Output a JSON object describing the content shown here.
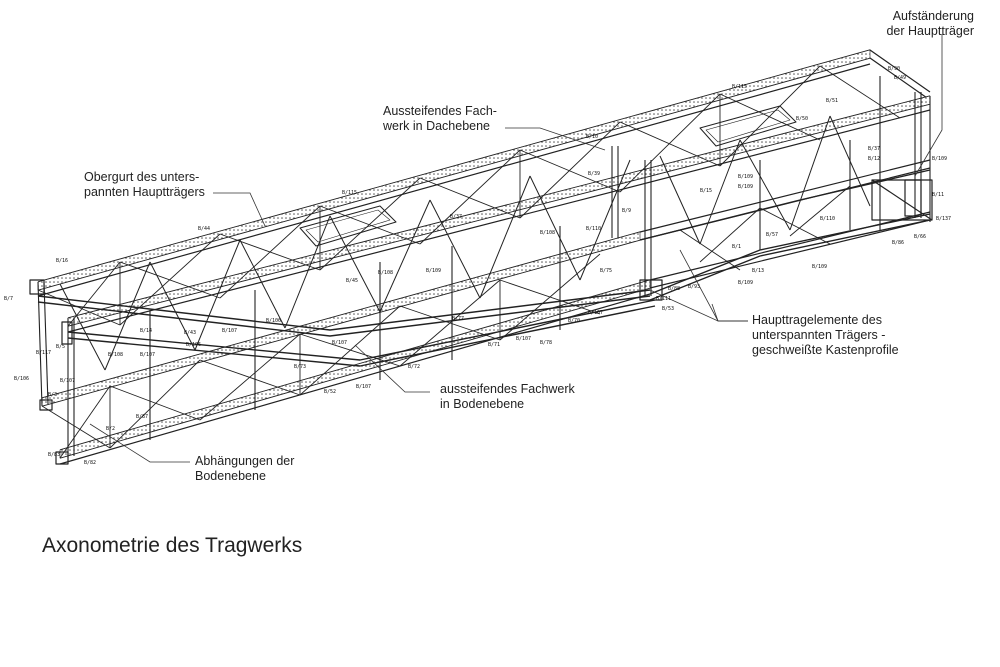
{
  "callouts": {
    "aufstaenderung": {
      "line1": "Aufständerung",
      "line2": "der Hauptträger"
    },
    "dachebene": {
      "line1": "Aussteifendes Fach-",
      "line2": "werk in Dachebene"
    },
    "obergurt": {
      "line1": "Obergurt des unters-",
      "line2": "pannten Hauptträgers"
    },
    "haupttragelemente": {
      "line1": "Haupttragelemente des",
      "line2": "unterspannten Trägers -",
      "line3": "geschweißte Kastenprofile"
    },
    "bodenebene": {
      "line1": "aussteifendes Fachwerk",
      "line2": "in Bodenebene"
    },
    "abhaengungen": {
      "line1": "Abhängungen der",
      "line2": "Bodenebene"
    }
  },
  "member_tags": [
    "B/90",
    "B/49",
    "B/115",
    "B/51",
    "B/50",
    "B/37",
    "B/12",
    "B/109",
    "B/11",
    "B/137",
    "B/10",
    "B/39",
    "B/109",
    "B/109",
    "B/15",
    "B/110",
    "B/9",
    "B/115",
    "B/37",
    "B/44",
    "B/16",
    "B/108",
    "B/109",
    "B/108",
    "B/75",
    "B/88",
    "B/93",
    "B/111",
    "B/53",
    "B/70",
    "B/107",
    "B/77",
    "B/71",
    "B/107",
    "B/78",
    "B/72",
    "B/73",
    "B/107",
    "B/52",
    "B/14",
    "B/43",
    "B/106",
    "B/107",
    "B/108",
    "B/107",
    "B/117",
    "B/7",
    "B/5",
    "B/106",
    "B/107",
    "B/3",
    "B/87",
    "B/83",
    "B/82",
    "B/2",
    "B/86",
    "B/66",
    "B/109",
    "B/13",
    "B/109",
    "B/57",
    "B/1",
    "B/110",
    "B/106",
    "B/107",
    "B/45"
  ],
  "caption": "Axonometrie des Tragwerks"
}
